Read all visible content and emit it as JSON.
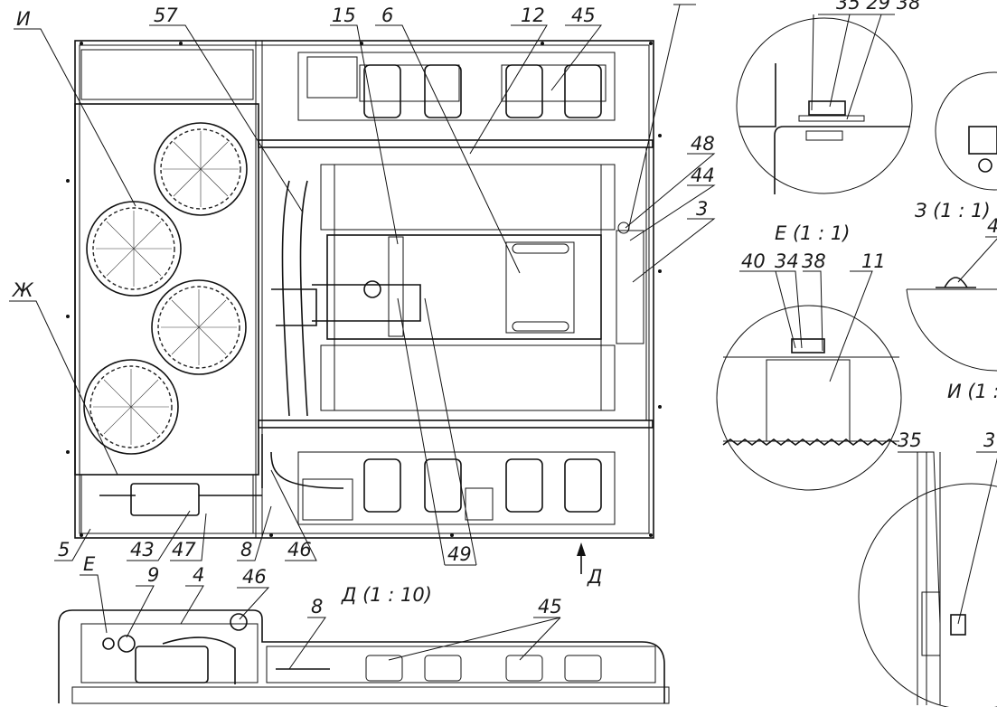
{
  "drawing": {
    "main_view_labels": {
      "I": "И",
      "57": "57",
      "15": "15",
      "6": "6",
      "12": "12",
      "45": "45",
      "48": "48",
      "44": "44",
      "3": "3",
      "Zh": "Ж",
      "5": "5",
      "43": "43",
      "47": "47",
      "8": "8",
      "46": "46",
      "49": "49",
      "D": "Д"
    },
    "bottom_view": {
      "title": "Д (1 : 10)",
      "labels": {
        "E": "E",
        "9": "9",
        "4": "4",
        "46": "46",
        "8": "8",
        "45": "45"
      }
    },
    "detail_E": {
      "title": "E (1 : 1)",
      "top_labels": "35 29 38"
    },
    "detail_Z": {
      "title": "З (1 : 1)",
      "label": "4"
    },
    "detail_Zh": {
      "labels": [
        "40",
        "34",
        "38",
        "11"
      ]
    },
    "detail_I": {
      "title": "И (1 :",
      "labels": [
        "35",
        "3"
      ]
    }
  }
}
